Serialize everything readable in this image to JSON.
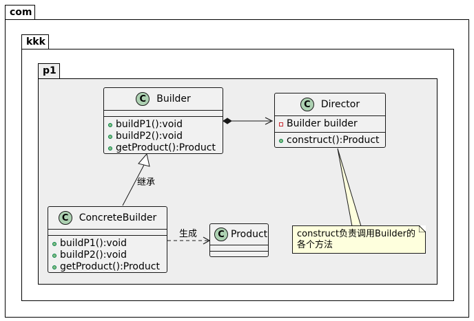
{
  "packages": {
    "outer": "com",
    "middle": "kkk",
    "inner": "p1"
  },
  "classes": {
    "builder": {
      "icon": "C",
      "name": "Builder",
      "methods": [
        "buildP1():void",
        "buildP2():void",
        "getProduct():Product"
      ]
    },
    "director": {
      "icon": "C",
      "name": "Director",
      "fields": [
        "Builder builder"
      ],
      "methods": [
        "construct():Product"
      ]
    },
    "concrete_builder": {
      "icon": "C",
      "name": "ConcreteBuilder",
      "methods": [
        "buildP1():void",
        "buildP2():void",
        "getProduct():Product"
      ]
    },
    "product": {
      "icon": "C",
      "name": "Product"
    }
  },
  "relations": {
    "inherit_label": "继承",
    "create_label": "生成"
  },
  "note": {
    "line1": "construct负责调用Builder的",
    "line2": "各个方法"
  },
  "colors": {
    "class_fill": "#f1f1f1",
    "class_icon": "#add1b2",
    "note_fill": "#feffdd",
    "package_p1_fill": "#eeeeee"
  }
}
